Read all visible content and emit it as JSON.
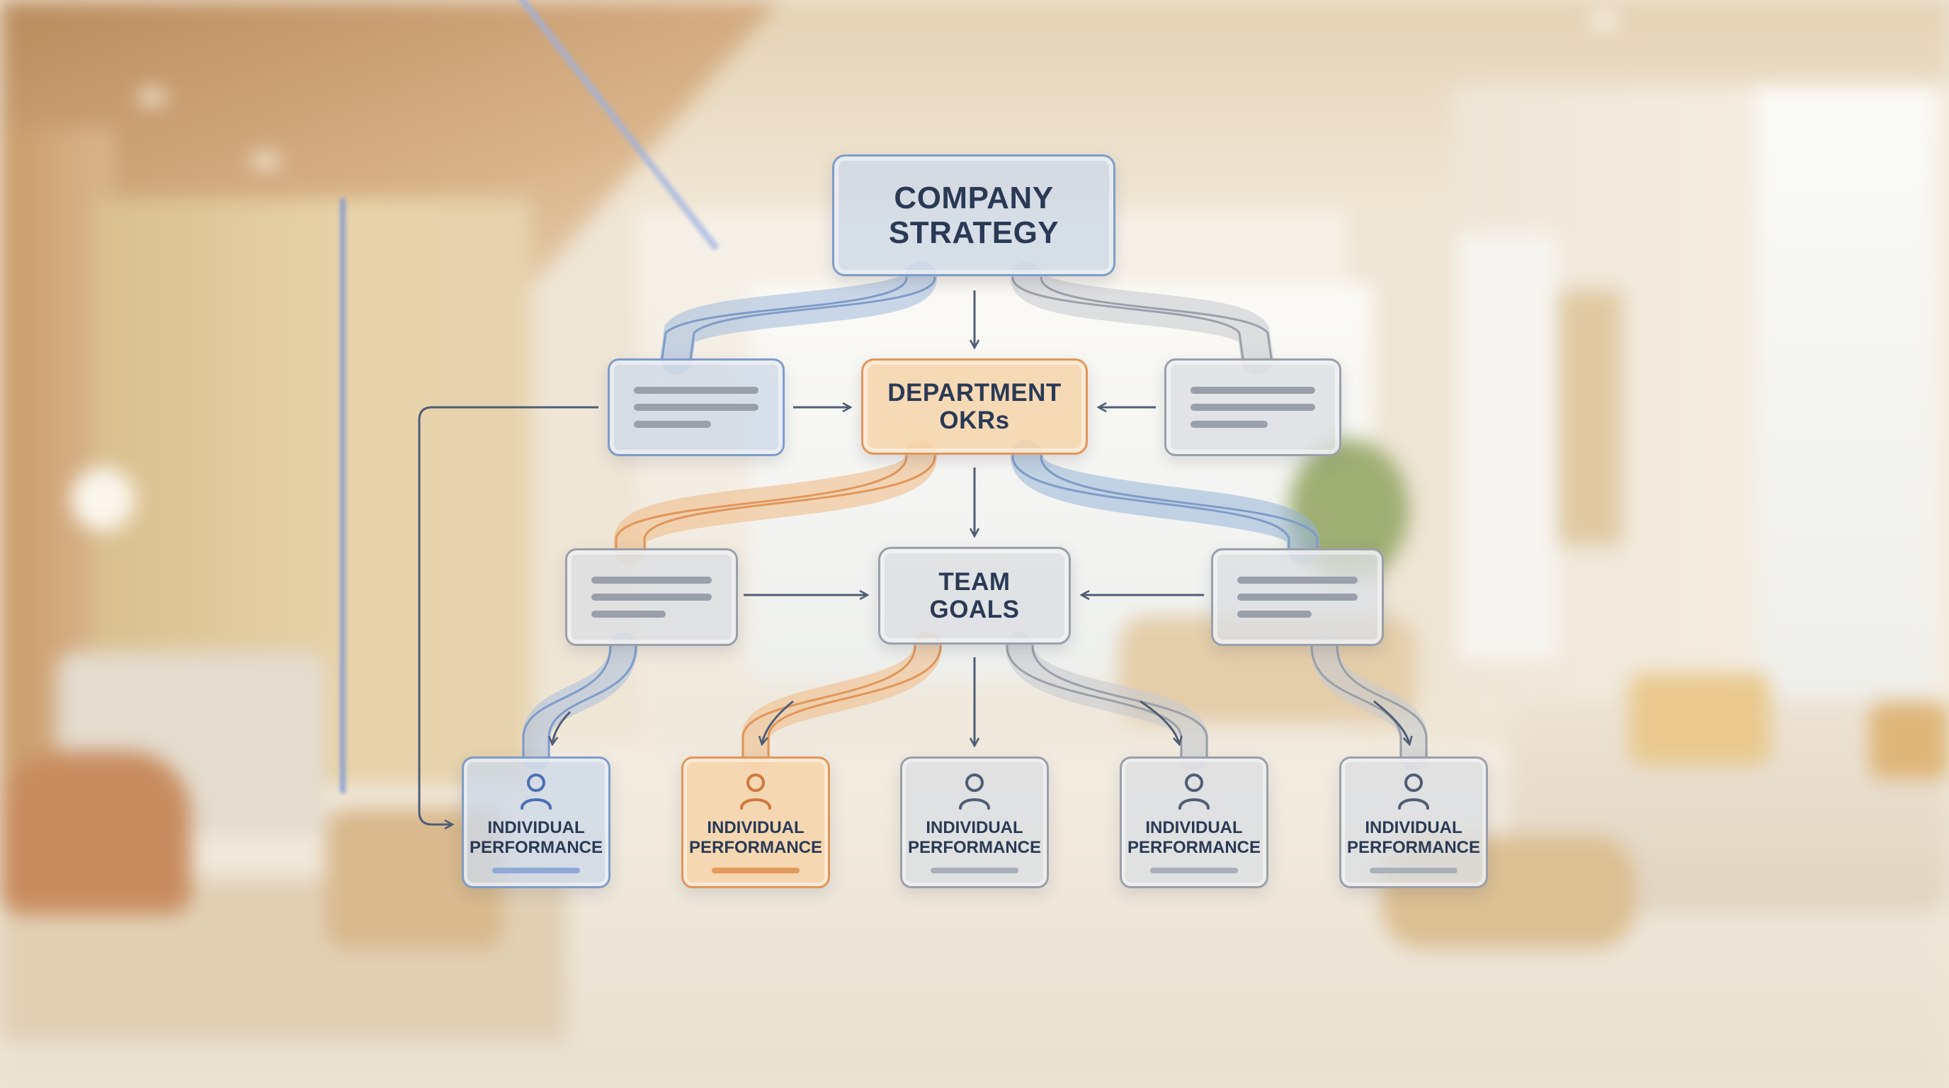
{
  "diagram": {
    "top": {
      "label_line1": "COMPANY",
      "label_line2": "STRATEGY"
    },
    "middle": {
      "label_line1": "DEPARTMENT",
      "label_line2": "OKRs"
    },
    "lower": {
      "label_line1": "TEAM",
      "label_line2": "GOALS"
    },
    "individuals": [
      {
        "label_line1": "INDIVIDUAL",
        "label_line2": "PERFORMANCE",
        "accent": "blue"
      },
      {
        "label_line1": "INDIVIDUAL",
        "label_line2": "PERFORMANCE",
        "accent": "orange"
      },
      {
        "label_line1": "INDIVIDUAL",
        "label_line2": "PERFORMANCE",
        "accent": "gray"
      },
      {
        "label_line1": "INDIVIDUAL",
        "label_line2": "PERFORMANCE",
        "accent": "gray"
      },
      {
        "label_line1": "INDIVIDUAL",
        "label_line2": "PERFORMANCE",
        "accent": "gray"
      }
    ],
    "icons": {
      "individual": "person-icon"
    }
  },
  "colors": {
    "text": "#2a3a55",
    "blue": "#7f9cc7",
    "orange": "#e0965a",
    "gray": "#9aa0a9",
    "arrow": "#4f5d74"
  }
}
